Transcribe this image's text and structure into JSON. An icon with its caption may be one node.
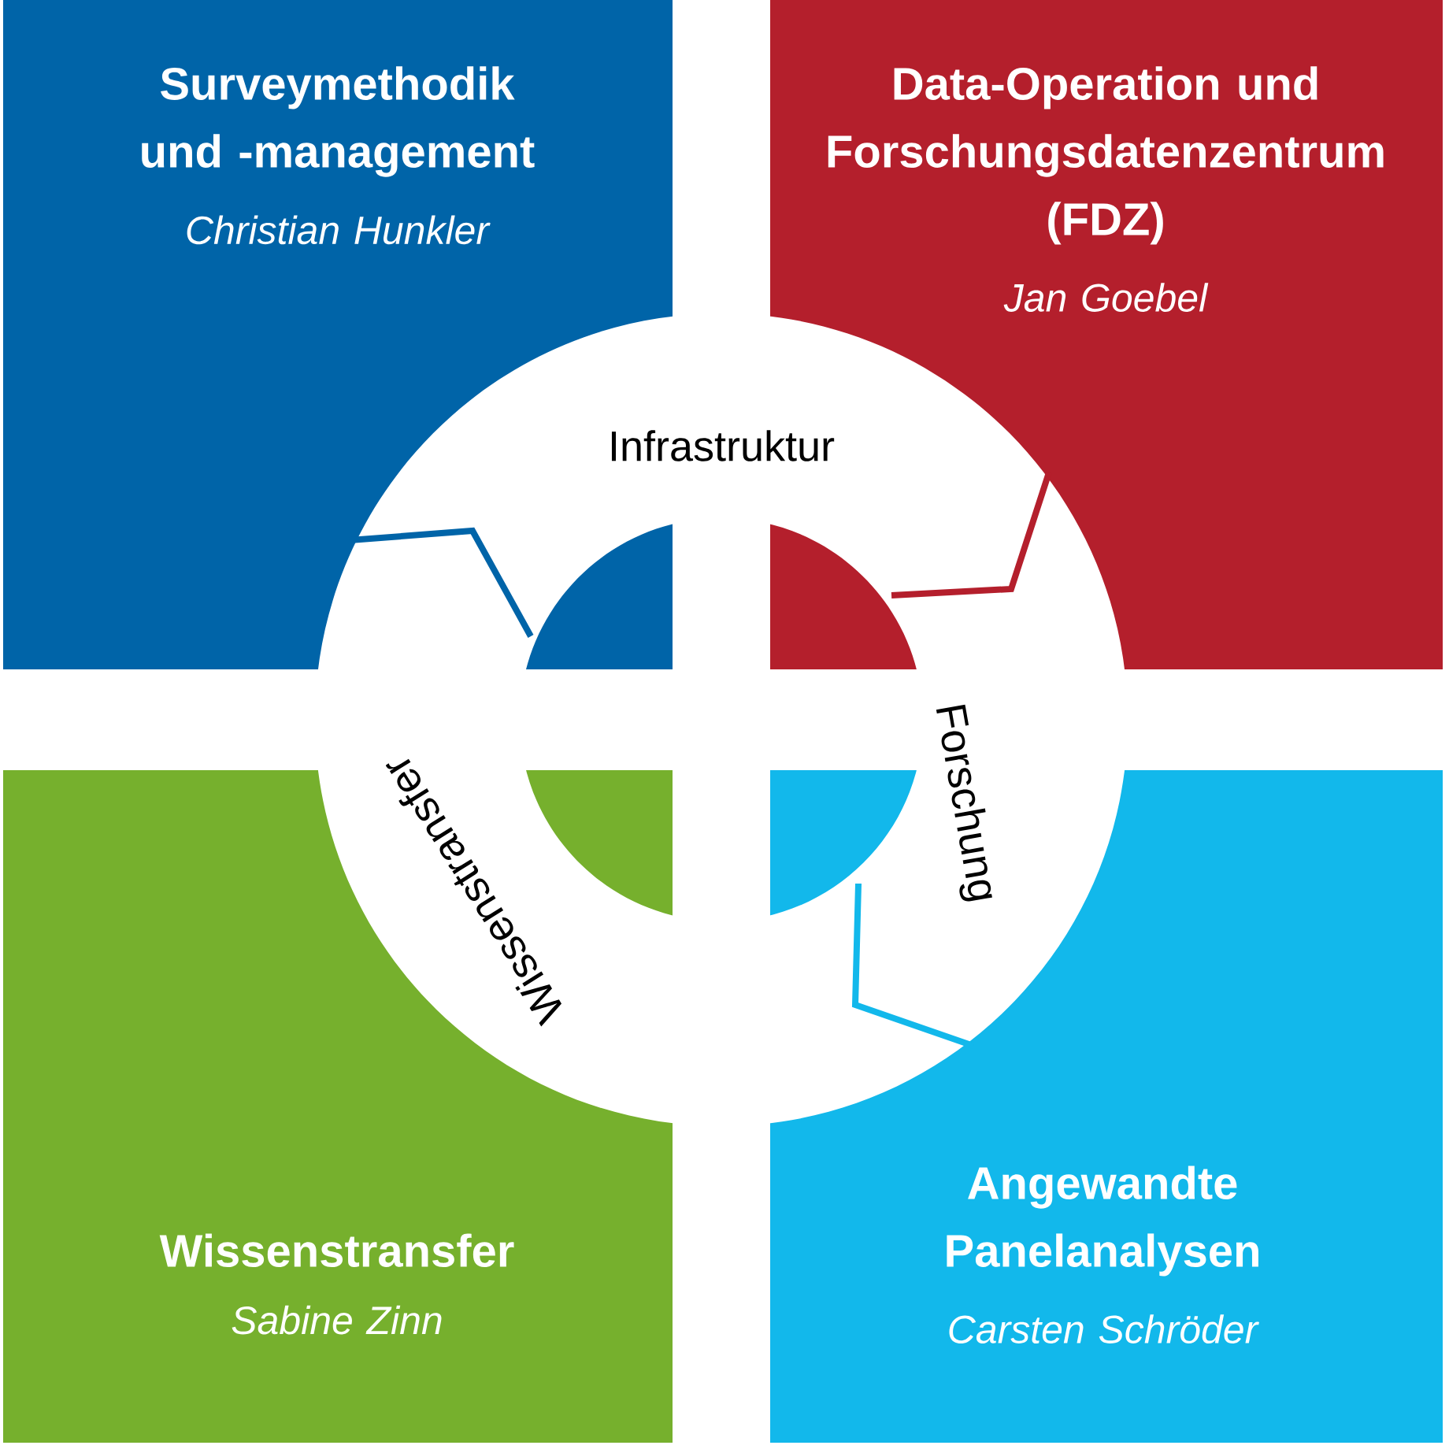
{
  "diagram": {
    "nodes": [
      {
        "text": [
          "Surveymethodik und -management",
          "Christian Hunkler"
        ]
      },
      {
        "text": [
          "Data-Operation und Forschungsdatenzentrum (FDZ)",
          "Jan Goebel"
        ]
      },
      {
        "text": [
          "Wissenstransfer",
          "Sabine Zinn"
        ]
      },
      {
        "text": [
          "Angewandte Panelanalysen",
          "Carsten Schröder"
        ]
      }
    ],
    "labels": [
      "Infrastruktur",
      "Forschung",
      "Wissenstransfer"
    ]
  }
}
